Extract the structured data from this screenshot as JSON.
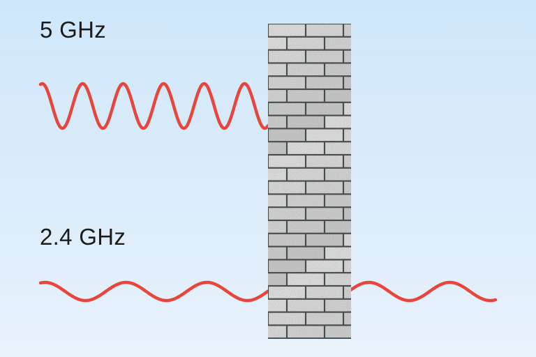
{
  "bands": [
    {
      "label": "5 GHz",
      "cycles_before_wall": 5,
      "passes_wall": false
    },
    {
      "label": "2.4 GHz",
      "cycles_before_wall": 2.5,
      "cycles_after_wall": 2,
      "passes_wall": true
    }
  ],
  "colors": {
    "background_top": "#cfe7fb",
    "background_bottom": "#e8f2fb",
    "wave": "#e8463d",
    "text": "#1c1c1c",
    "wall_mortar": "#454e4a",
    "wall_brick": "#d3d3d3"
  },
  "wall": {
    "kind": "brick-wall"
  }
}
